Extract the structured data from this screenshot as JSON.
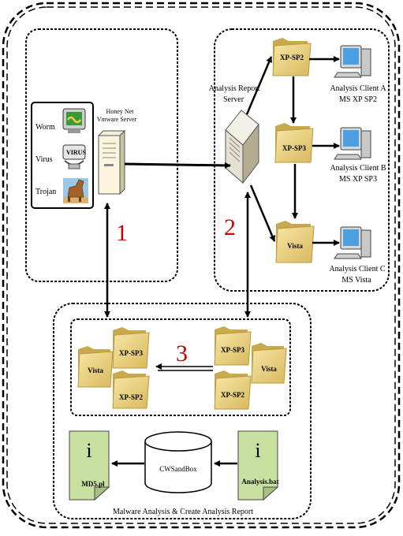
{
  "honeynet": {
    "title_line1": "Honey Net",
    "title_line2": "Vmware Server",
    "malware": [
      {
        "label": "Worm",
        "icon": "worm-icon"
      },
      {
        "label": "Virus",
        "icon": "virus-icon"
      },
      {
        "label": "Trojan",
        "icon": "trojan-horse-icon"
      }
    ],
    "section_number": "1"
  },
  "analysis": {
    "server_line1": "Analysis Report",
    "server_line2": "Server",
    "section_number": "2",
    "folders": [
      "XP-SP2",
      "XP-SP3",
      "Vista"
    ],
    "clients": [
      {
        "line1": "Analysis Client A",
        "line2": "MS XP SP2"
      },
      {
        "line1": "Analysis Client B",
        "line2": "MS XP SP3"
      },
      {
        "line1": "Analysis Client C",
        "line2": "MS Vista"
      }
    ]
  },
  "sandbox": {
    "section_number": "3",
    "left_folders": [
      "Vista",
      "XP-SP3",
      "XP-SP2"
    ],
    "right_folders": [
      "XP-SP3",
      "Vista",
      "XP-SP2"
    ],
    "doc_left": "MD5.pl",
    "cylinder": "CWSandBox",
    "doc_right": "Analysis.bat",
    "caption": "Malware Analysis & Create Analysis Report"
  },
  "colors": {
    "folder": "#e8cf7a",
    "folder_dark": "#c9a94e",
    "doc": "#c8e0a0",
    "section_number": "#cc0000",
    "monitor_screen": "#4aa0e0"
  }
}
